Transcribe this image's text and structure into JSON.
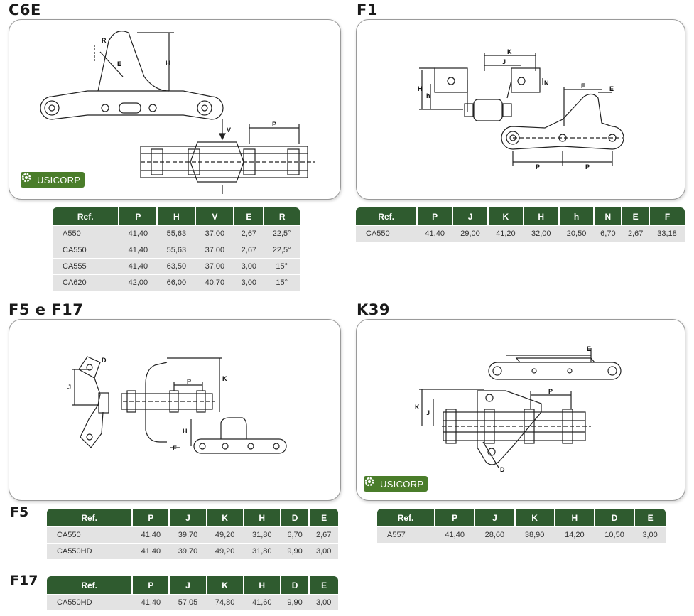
{
  "sections": {
    "c6e": {
      "title": "C6E",
      "labels": [
        "R",
        "E",
        "H",
        "V",
        "P"
      ],
      "table": {
        "headers": [
          "Ref.",
          "P",
          "H",
          "V",
          "E",
          "R"
        ],
        "rows": [
          [
            "A550",
            "41,40",
            "55,63",
            "37,00",
            "2,67",
            "22,5°"
          ],
          [
            "CA550",
            "41,40",
            "55,63",
            "37,00",
            "2,67",
            "22,5°"
          ],
          [
            "CA555",
            "41,40",
            "63,50",
            "37,00",
            "3,00",
            "15°"
          ],
          [
            "CA620",
            "42,00",
            "66,00",
            "40,70",
            "3,00",
            "15°"
          ]
        ]
      }
    },
    "f1": {
      "title": "F1",
      "labels": [
        "K",
        "J",
        "H",
        "h",
        "N",
        "F",
        "E",
        "P",
        "P"
      ],
      "table": {
        "headers": [
          "Ref.",
          "P",
          "J",
          "K",
          "H",
          "h",
          "N",
          "E",
          "F"
        ],
        "rows": [
          [
            "CA550",
            "41,40",
            "29,00",
            "41,20",
            "32,00",
            "20,50",
            "6,70",
            "2,67",
            "33,18"
          ]
        ]
      }
    },
    "f5f17": {
      "title": "F5 e F17",
      "labels": [
        "D",
        "J",
        "K",
        "P",
        "H",
        "E"
      ]
    },
    "k39": {
      "title": "K39",
      "labels": [
        "E",
        "P",
        "K",
        "J",
        "D"
      ],
      "table": {
        "headers": [
          "Ref.",
          "P",
          "J",
          "K",
          "H",
          "D",
          "E"
        ],
        "rows": [
          [
            "A557",
            "41,40",
            "28,60",
            "38,90",
            "14,20",
            "10,50",
            "3,00"
          ]
        ]
      }
    },
    "f5": {
      "title": "F5",
      "table": {
        "headers": [
          "Ref.",
          "P",
          "J",
          "K",
          "H",
          "D",
          "E"
        ],
        "rows": [
          [
            "CA550",
            "41,40",
            "39,70",
            "49,20",
            "31,80",
            "6,70",
            "2,67"
          ],
          [
            "CA550HD",
            "41,40",
            "39,70",
            "49,20",
            "31,80",
            "9,90",
            "3,00"
          ]
        ]
      }
    },
    "f17": {
      "title": "F17",
      "table": {
        "headers": [
          "Ref.",
          "P",
          "J",
          "K",
          "H",
          "D",
          "E"
        ],
        "rows": [
          [
            "CA550HD",
            "41,40",
            "57,05",
            "74,80",
            "41,60",
            "9,90",
            "3,00"
          ]
        ]
      }
    }
  },
  "logo": {
    "text": "USICORP",
    "color": "#4a7d2a"
  },
  "colors": {
    "header_green": "#2f5b2f",
    "row_gray": "#e3e3e3"
  }
}
